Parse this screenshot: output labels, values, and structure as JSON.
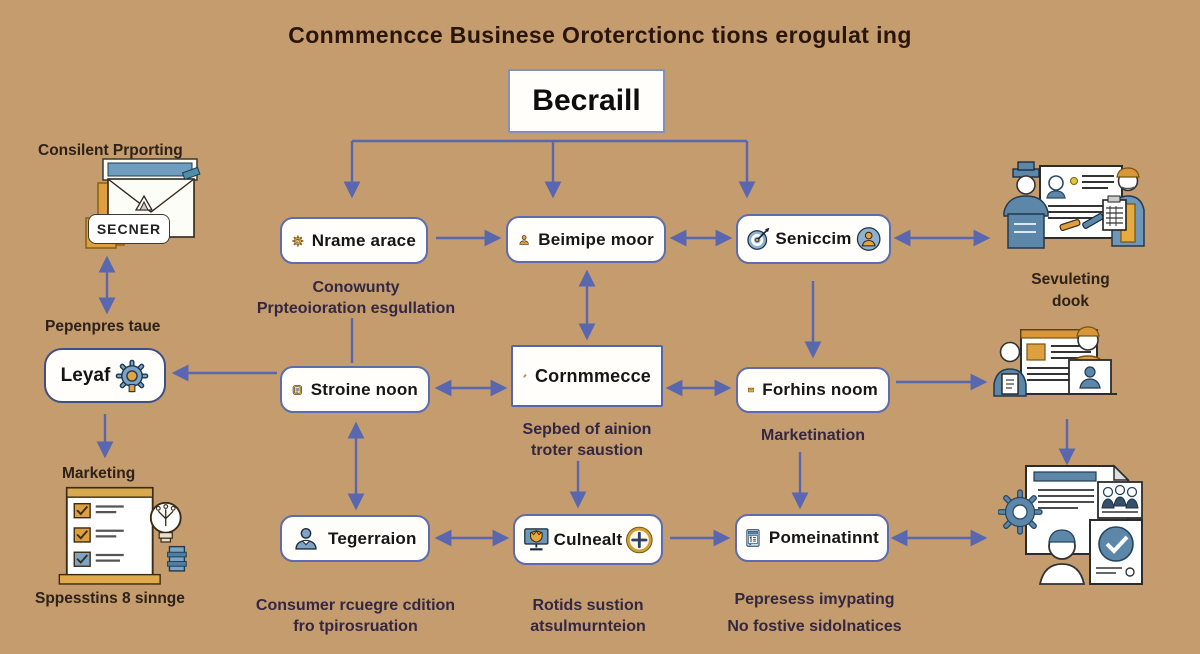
{
  "title": "Conmmencce Businese Oroterctionc tions erogulat ing",
  "root": {
    "label": "Becraill"
  },
  "left": {
    "report_label": "Consilent Prporting",
    "mail_tag": "SECNER",
    "exchange_label": "Pepenpres taue",
    "legal_box_label": "Leyaf",
    "marketing_label": "Marketing",
    "checklist_label": "Sppesstins 8 sinnge"
  },
  "boxes": {
    "nrame": {
      "label": "Nrame arace",
      "caption1": "Conowunty",
      "caption2": "Prpteoioration esgullation"
    },
    "beimipe": {
      "label": "Beimipe moor"
    },
    "seniccim": {
      "label": "Seniccim"
    },
    "stroine": {
      "label": "Stroine noon"
    },
    "cornmmecce": {
      "label": "Cornmmecce",
      "caption1": "Sepbed of ainion",
      "caption2": "troter saustion"
    },
    "forhins": {
      "label": "Forhins noom",
      "caption1": "Marketination"
    },
    "tegeraion": {
      "label": "Tegerraion",
      "caption1": "Consumer rcuegre cdition",
      "caption2": "fro tpirosruation"
    },
    "culnealt": {
      "label": "Culnealt",
      "caption1": "Rotids sustion",
      "caption2": "atsulmurnteion"
    },
    "pomeinatinnt": {
      "label": "Pomeinatinnt",
      "caption1": "Pepresess imypating",
      "caption2": "No fostive sidolnatices"
    }
  },
  "right": {
    "review_label1": "Sevuleting",
    "review_label2": "dook"
  },
  "colors": {
    "background": "#c49c6d",
    "box_border": "#5c6cae",
    "arrow": "#5967b0",
    "icon_orange": "#e2a43f",
    "icon_blue": "#7fa3c4",
    "title_text": "#2a150b"
  }
}
